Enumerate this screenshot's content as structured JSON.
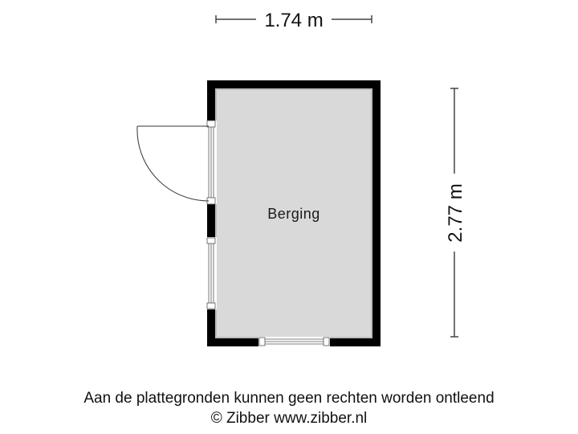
{
  "floorplan": {
    "room": {
      "name": "Berging",
      "fill": "#d9d9d9"
    },
    "wall_color": "#000000",
    "dimensions": {
      "width": "1.74 m",
      "height": "2.77 m"
    },
    "openings": [
      {
        "type": "door",
        "wall": "left",
        "swing": "outward-left"
      },
      {
        "type": "window",
        "wall": "left"
      },
      {
        "type": "window",
        "wall": "bottom"
      }
    ]
  },
  "footer": {
    "disclaimer": "Aan de plattegronden kunnen geen rechten worden ontleend",
    "copyright": "© Zibber www.zibber.nl"
  }
}
